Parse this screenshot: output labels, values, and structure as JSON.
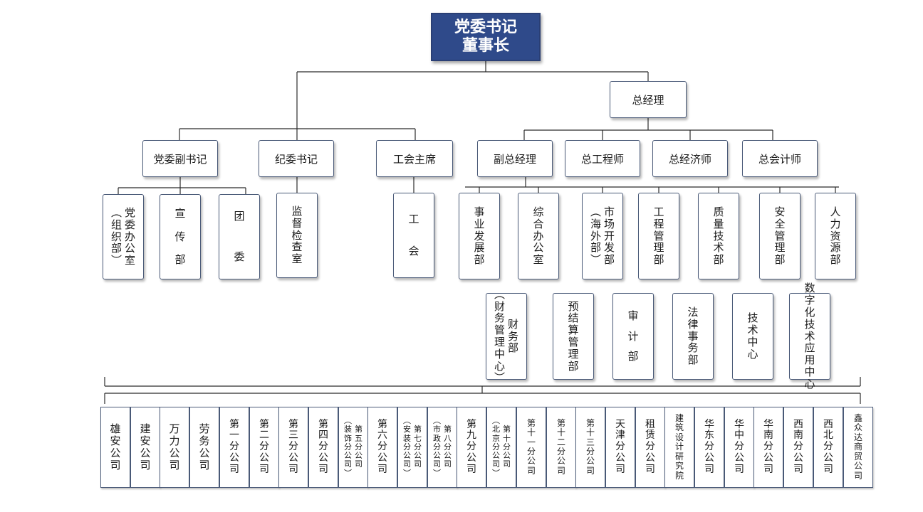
{
  "root": {
    "line1": "党委书记",
    "line2": "董事长"
  },
  "gm": "总经理",
  "party": {
    "deputy_secretary": "党委副书记",
    "discipline": "纪委书记",
    "union_chair": "工会主席"
  },
  "executives": [
    "副总经理",
    "总工程师",
    "总经济师",
    "总会计师"
  ],
  "party_depts": [
    "党委办公室（组织部）",
    "宣传部",
    "团委"
  ],
  "supervision_dept": "监督检查室",
  "union_dept": "工会",
  "departments_row1": [
    "事业发展部",
    "综合办公室",
    "市场开发部（海外部）",
    "工程管理部",
    "质量技术部",
    "安全管理部",
    "人力资源部"
  ],
  "departments_row2": [
    "财务部（财务管理中心）",
    "预结算管理部",
    "审计部",
    "法律事务部",
    "技术中心",
    "数字化技术应用中心"
  ],
  "subsidiaries": [
    "雄安公司",
    "建安公司",
    "万力公司",
    "劳务公司",
    "第一分公司",
    "第二分公司",
    "第三分公司",
    "第四分公司",
    "第五分公司（装饰分公司）",
    "第六分公司",
    "第七分公司（安装分公司）",
    "第八分公司（市政分公司）",
    "第九分公司",
    "第十分公司（北京分公司）",
    "第十一分公司",
    "第十二分公司",
    "第十三分公司",
    "天津分公司",
    "租赁分公司",
    "建筑设计研究院",
    "华东分公司",
    "华中分公司",
    "华南分公司",
    "西南分公司",
    "西北分公司",
    "鑫众达商贸公司"
  ],
  "colors": {
    "root_fill": "#2f4a8a",
    "root_text": "#ffffff",
    "border": "#4a5a78",
    "line": "#2b2b2b"
  }
}
